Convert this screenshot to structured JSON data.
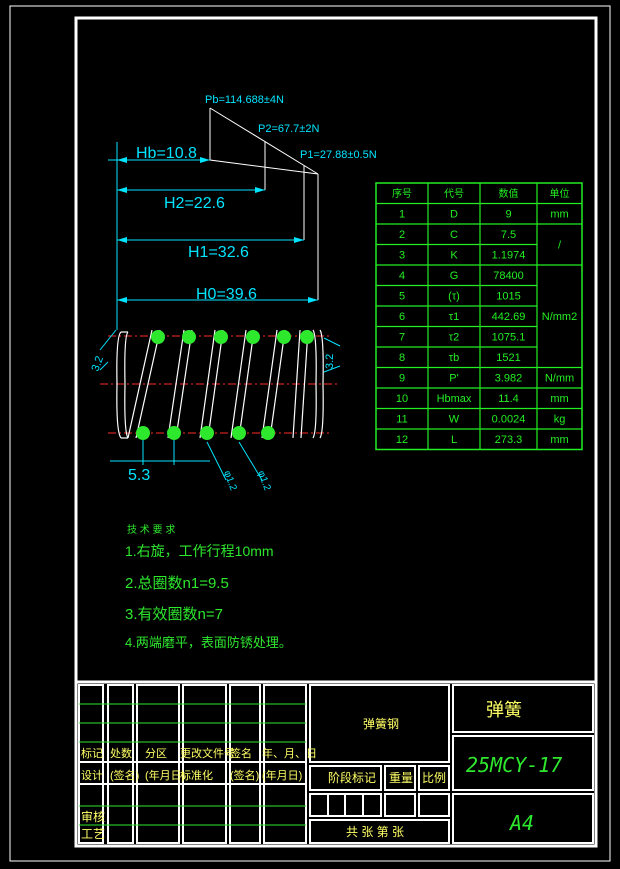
{
  "colors": {
    "frame": "#ffffff",
    "dim": "#00e5ff",
    "green": "#2ee82e",
    "red": "#ff2a2a",
    "yellow": "#ffff66",
    "table": "#22ee22"
  },
  "forces": {
    "pb": "Pb=114.688±4N",
    "p2": "P2=67.7±2N",
    "p1": "P1=27.88±0.5N"
  },
  "dims": {
    "hb": "Hb=10.8",
    "h2": "H2=22.6",
    "h1": "H1=32.6",
    "h0": "H0=39.6",
    "left_angle": "3.2",
    "right_angle": "3.2",
    "pitch_start": "5.3",
    "wire_dia1": "φ1.2",
    "wire_dia2": "φ1.2"
  },
  "params": {
    "headers": [
      "序号",
      "代号",
      "数值",
      "单位"
    ],
    "rows": [
      [
        "1",
        "D",
        "9",
        "mm"
      ],
      [
        "2",
        "C",
        "7.5",
        "/"
      ],
      [
        "3",
        "K",
        "1.1974",
        ""
      ],
      [
        "4",
        "G",
        "78400",
        "N/mm2"
      ],
      [
        "5",
        "(τ)",
        "1015",
        ""
      ],
      [
        "6",
        "τ1",
        "442.69",
        ""
      ],
      [
        "7",
        "τ2",
        "1075.1",
        ""
      ],
      [
        "8",
        "τb",
        "1521",
        ""
      ],
      [
        "9",
        "P'",
        "3.982",
        "N/mm"
      ],
      [
        "10",
        "Hbmax",
        "11.4",
        "mm"
      ],
      [
        "11",
        "W",
        "0.0024",
        "kg"
      ],
      [
        "12",
        "L",
        "273.3",
        "mm"
      ]
    ]
  },
  "tech": {
    "title": "技 术 要 求",
    "items": [
      "1.右旋，工作行程10mm",
      "2.总圈数n1=9.5",
      "3.有效圈数n=7",
      "4.两端磨平，表面防锈处理。"
    ]
  },
  "titleblock": {
    "part_name": "弹簧",
    "material": "弹簧钢",
    "drawing_no": "25MCY-17",
    "sheet_size": "A4",
    "row1": [
      "标记",
      "处数",
      "分区",
      "更改文件号",
      "签名",
      "年、月、日"
    ],
    "row2": [
      "设计",
      "(签名)",
      "(年月日)",
      "标准化",
      "(签名)",
      "(年月日)"
    ],
    "review": "审核",
    "process": "工艺",
    "stage": "阶段标记",
    "weight": "重量",
    "scale": "比例",
    "sheets": "共  张  第  张"
  }
}
